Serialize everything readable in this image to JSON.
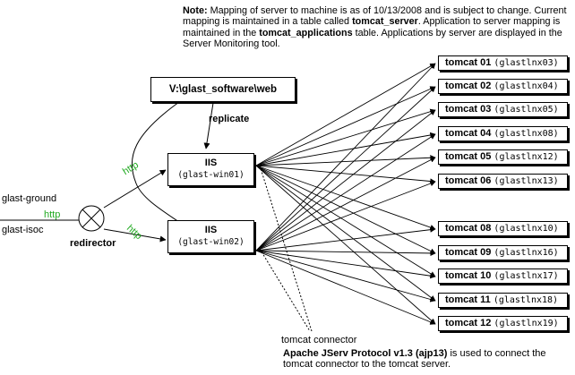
{
  "note": {
    "label": "Note:",
    "part1": " Mapping of server to machine is as of 10/13/2008 and is subject to change.  Current mapping is maintained in a table called ",
    "table1": "tomcat_server",
    "part2": ".  Application to server mapping is maintained in the ",
    "table2": "tomcat_applications",
    "part3": " table.  Applications by server are displayed in the Server Monitoring tool."
  },
  "source_box": "V:\\glast_software\\web",
  "replicate_label": "replicate",
  "iis_servers": [
    {
      "title": "IIS",
      "host": "(glast-win01)"
    },
    {
      "title": "IIS",
      "host": "(glast-win02)"
    }
  ],
  "clients": [
    "glast-ground",
    "glast-isoc"
  ],
  "http_label": "http",
  "redirector_label": "redirector",
  "tomcat_servers": [
    {
      "name": "tomcat 01",
      "host": "(glastlnx03)"
    },
    {
      "name": "tomcat 02",
      "host": "(glastlnx04)"
    },
    {
      "name": "tomcat 03",
      "host": "(glastlnx05)"
    },
    {
      "name": "tomcat 04",
      "host": "(glastlnx08)"
    },
    {
      "name": "tomcat 05",
      "host": "(glastlnx12)"
    },
    {
      "name": "tomcat 06",
      "host": "(glastlnx13)"
    },
    {
      "name": "tomcat 08",
      "host": "(glastlnx10)"
    },
    {
      "name": "tomcat 09",
      "host": "(glastlnx16)"
    },
    {
      "name": "tomcat 10",
      "host": "(glastlnx17)"
    },
    {
      "name": "tomcat 11",
      "host": "(glastlnx18)"
    },
    {
      "name": "tomcat 12",
      "host": "(glastlnx19)"
    }
  ],
  "connector_label": "tomcat connector",
  "protocol_note": {
    "bold": "Apache JServ Protocol v1.3 (ajp13)",
    "rest": " is used to connect the tomcat connector to the tomcat server."
  },
  "colors": {
    "http": "#22aa22",
    "lines": "#000000"
  }
}
